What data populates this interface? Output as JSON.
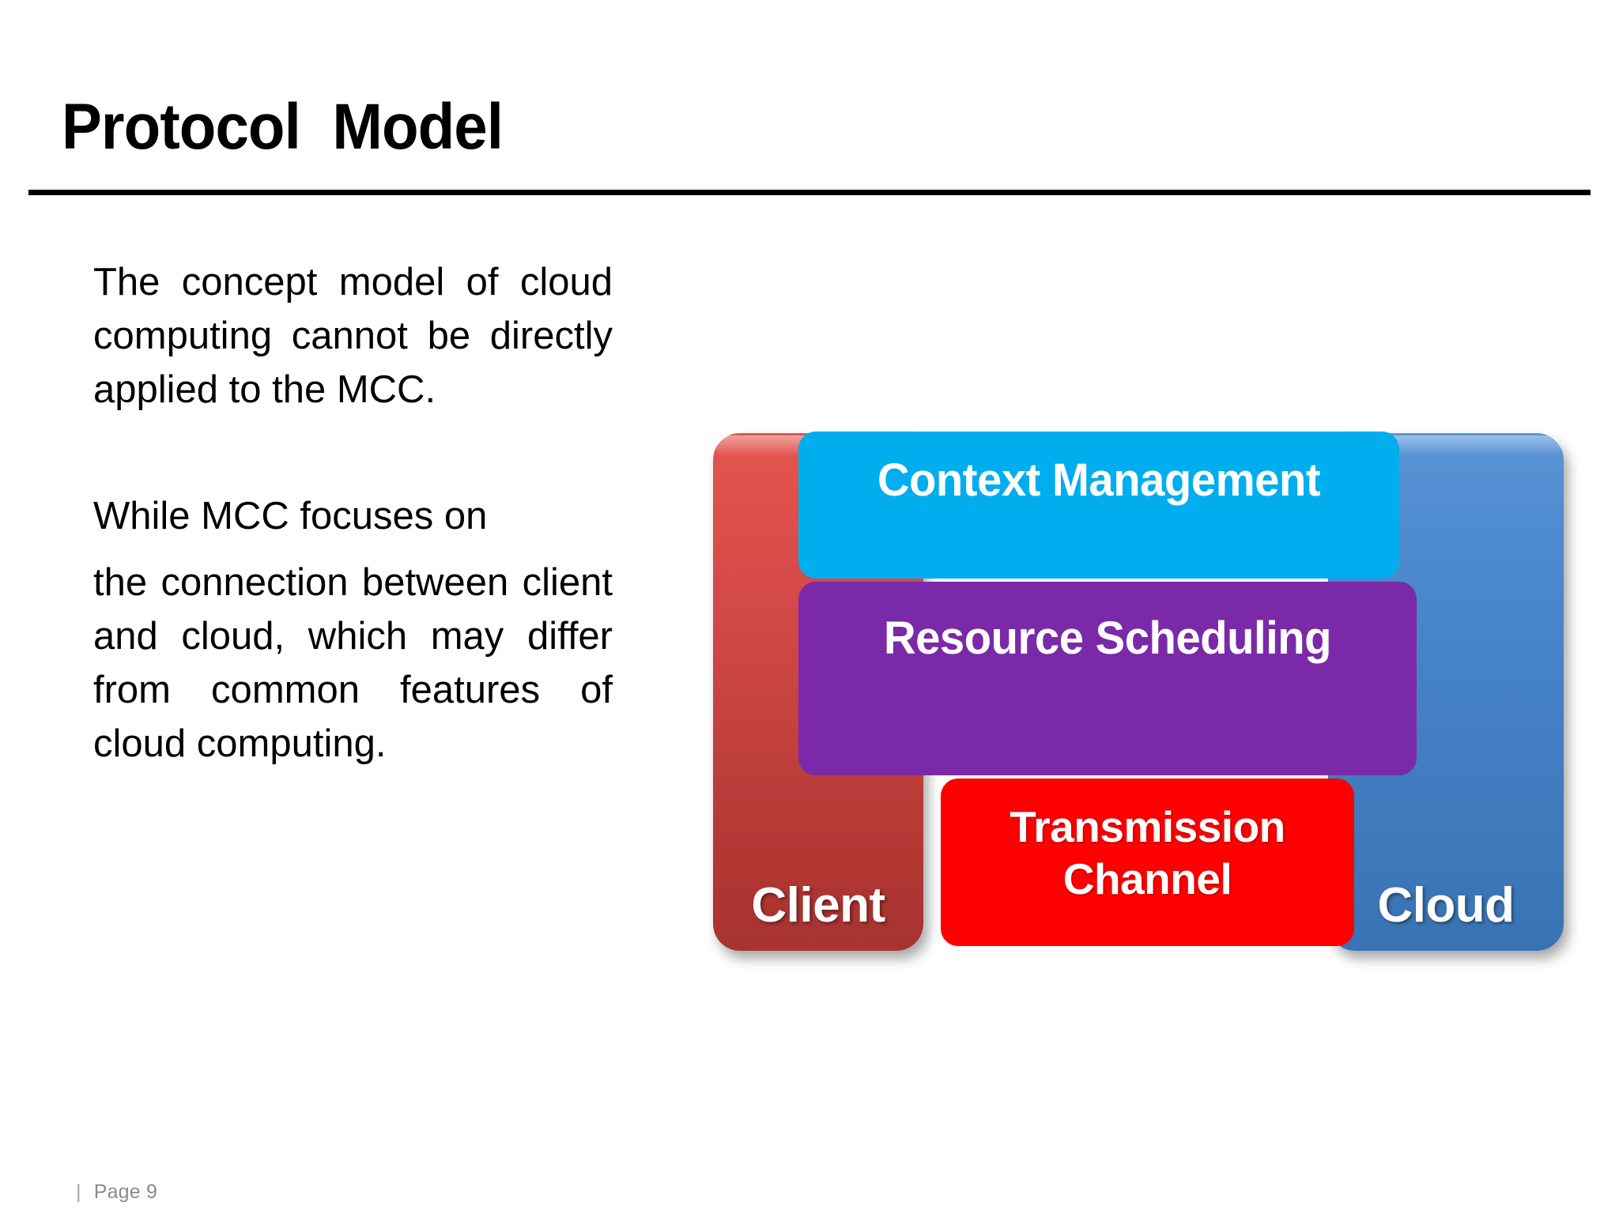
{
  "slide": {
    "title": "Protocol  Model",
    "footer": {
      "separator": "|",
      "page_label": "Page 9"
    }
  },
  "body": {
    "paragraph_1": "The concept model of cloud computing cannot be directly applied to the MCC.",
    "paragraph_2_line1": "While MCC focuses on",
    "paragraph_2_rest": "the connection between client and cloud, which may differ from common features of cloud computing."
  },
  "diagram": {
    "type": "layered-protocol-stack",
    "client": {
      "label": "Client",
      "color": "#b23733"
    },
    "cloud": {
      "label": "Cloud",
      "color": "#4682c6"
    },
    "layers": [
      {
        "label": "Context Management",
        "color": "#00adee"
      },
      {
        "label": "Resource Scheduling",
        "color": "#7a2aa8"
      },
      {
        "label": "Transmission\nChannel",
        "color": "#fe0000"
      }
    ],
    "context_label": "Context Management",
    "resource_label": "Resource Scheduling",
    "transmission_label": "Transmission\nChannel"
  },
  "colors": {
    "background": "#ffffff",
    "title_text": "#000000",
    "rule": "#000000",
    "footer_text": "#8b8b8b",
    "client_red": "#b23733",
    "client_red_top": "#e2574f",
    "cloud_blue": "#4682c6",
    "context_cyan": "#00adee",
    "resource_purple": "#7a2aa8",
    "transmission_red": "#fe0000",
    "box_text": "#ffffff"
  }
}
